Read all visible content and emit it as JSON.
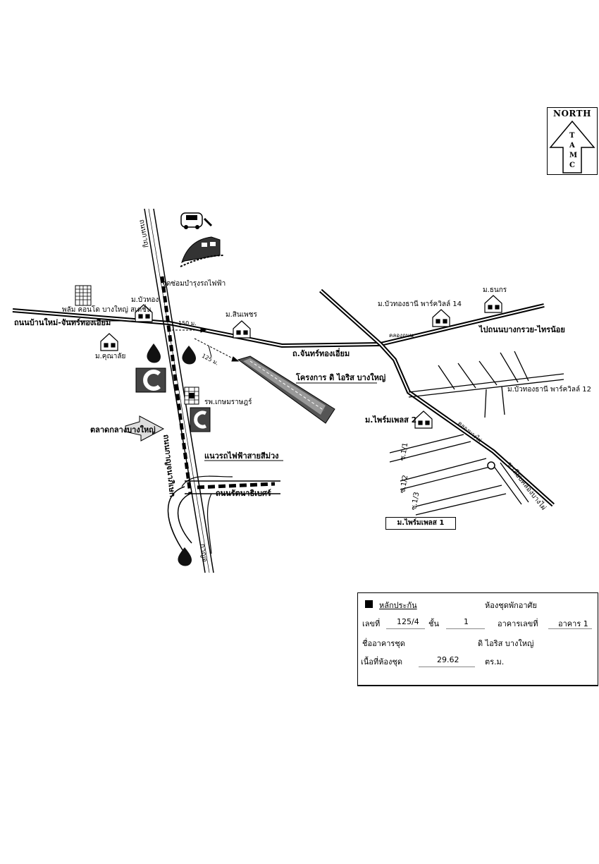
{
  "north": {
    "title": "NORTH",
    "letters": [
      "T",
      "A",
      "M",
      "C"
    ]
  },
  "map": {
    "roads": {
      "ban_mai": "ถนนบ้านใหม่-จันทร์ทองเอียม",
      "chan_thong": "ถ.จันทร์ทองเอี่ยม",
      "to_bang_kruai": "ไปถนนบางกรวย-ไทรน้อย",
      "kanchana_top": "ถนนกาญ",
      "kanchana_mid": "ถนนกาญจนาภิเษก",
      "kanchana_bottom": "กาญจ",
      "rattanathibet": "ถนนรัตนาธิเบศร์",
      "soi_1_1": "ซ.1/1",
      "soi_1_2": "ซ.1/2",
      "soi_1_3": "ซ.1/3",
      "khlong_thanon": "คลองถนน",
      "khlong_bang_phai": "คลองบางไผ่",
      "soi_liap": "ซ.เลียบคลองบางไผ่"
    },
    "places": {
      "depot": "จุดซ่อมบำรุงรถไฟฟ้า",
      "plum": "พลัม คอนโด บางใหญ่ สเตชั่น",
      "bua_thong": "ม.บัวทอง",
      "sin_phet": "ม.สินเพชร",
      "khunalai": "ม.คุณาลัย",
      "bua_thong_thani_14": "ม.บัวทองธานี พาร์ควิลล์ 14",
      "thanakorn": "ม.ธนกร",
      "bua_thong_thani_12": "ม.บัวทองธานี พาร์ควิลล์ 12",
      "project": "โครงการ ดิ ไอริส บางใหญ่",
      "hospital": "รพ.เกษมราษฎร์",
      "market": "ตลาดกลางบางใหญ่",
      "purple_line": "แนวรถไฟฟ้าสายสีม่วง",
      "phrommet_2": "ม.ไพร์มเพลส 2",
      "phrommet_1": "ม.ไพร์มเพลส 1",
      "big_c": "Big C"
    },
    "distances": {
      "d150": "150 ม.",
      "d125": "125 ม."
    }
  },
  "info": {
    "collateral_label": "หลักประกัน",
    "collateral_type": "ห้องชุดพักอาศัย",
    "no_label": "เลขที่",
    "no_value": "125/4",
    "floor_label": "ชั้น",
    "floor_value": "1",
    "building_no_label": "อาคารเลขที่",
    "building_no_value": "อาคาร 1",
    "building_name_label": "ชื่ออาคารชุด",
    "building_name_value": "ดิ ไอริส บางใหญ่",
    "area_label": "เนื้อที่ห้องชุด",
    "area_value": "29.62",
    "area_unit": "ตร.ม."
  }
}
